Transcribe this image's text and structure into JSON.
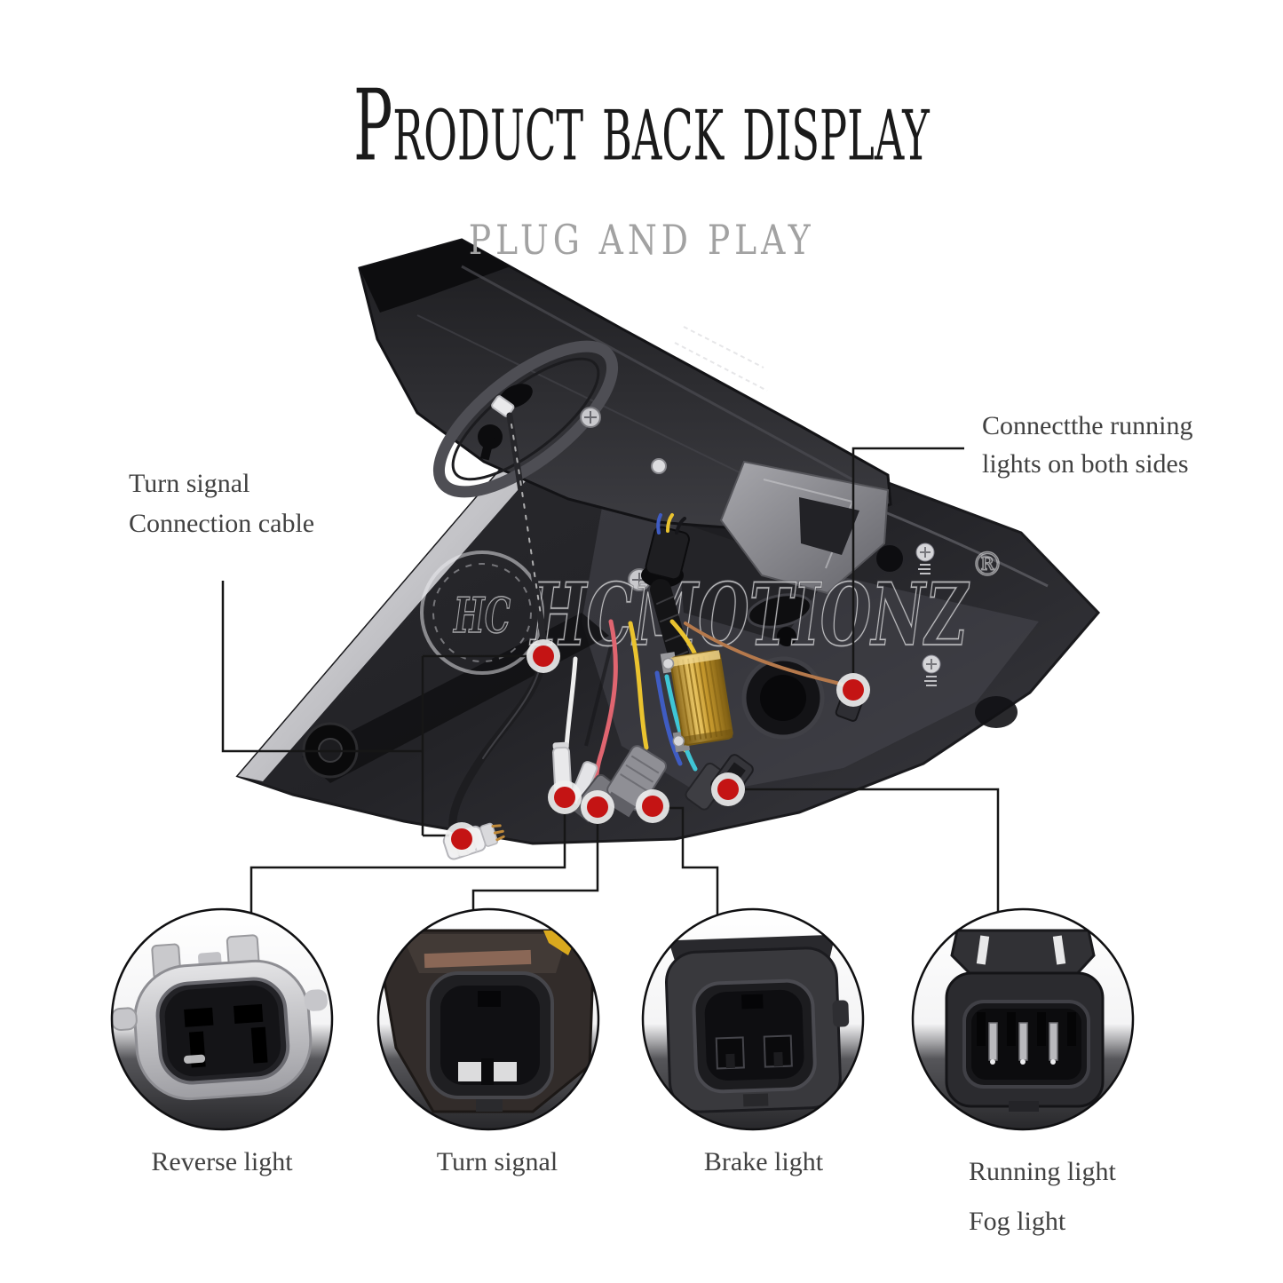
{
  "header": {
    "title": "Product back display",
    "subtitle": "PLUG AND PLAY"
  },
  "callouts": {
    "turn_signal_cable": {
      "line1": "Turn signal",
      "line2": "Connection cable"
    },
    "running_lights": {
      "line1": "Connectthe running",
      "line2": "lights on both sides"
    }
  },
  "connector_labels": [
    {
      "id": "reverse-light",
      "label": "Reverse light"
    },
    {
      "id": "turn-signal",
      "label": "Turn signal"
    },
    {
      "id": "brake-light",
      "label": "Brake light"
    },
    {
      "id": "running-light",
      "label": "Running light",
      "label2": "Fog light"
    }
  ],
  "watermark": {
    "emblem_text": "HC",
    "brand_text": "HCMOTIONZ",
    "registered_mark": "®"
  },
  "colors": {
    "marker_red": "#c41414",
    "title_text": "#1a1a1a",
    "subtitle_text": "#a2a2a2",
    "label_text": "#414141",
    "leader_line": "#161616",
    "resistor_gold": "#d4a93c",
    "background": "#ffffff"
  }
}
